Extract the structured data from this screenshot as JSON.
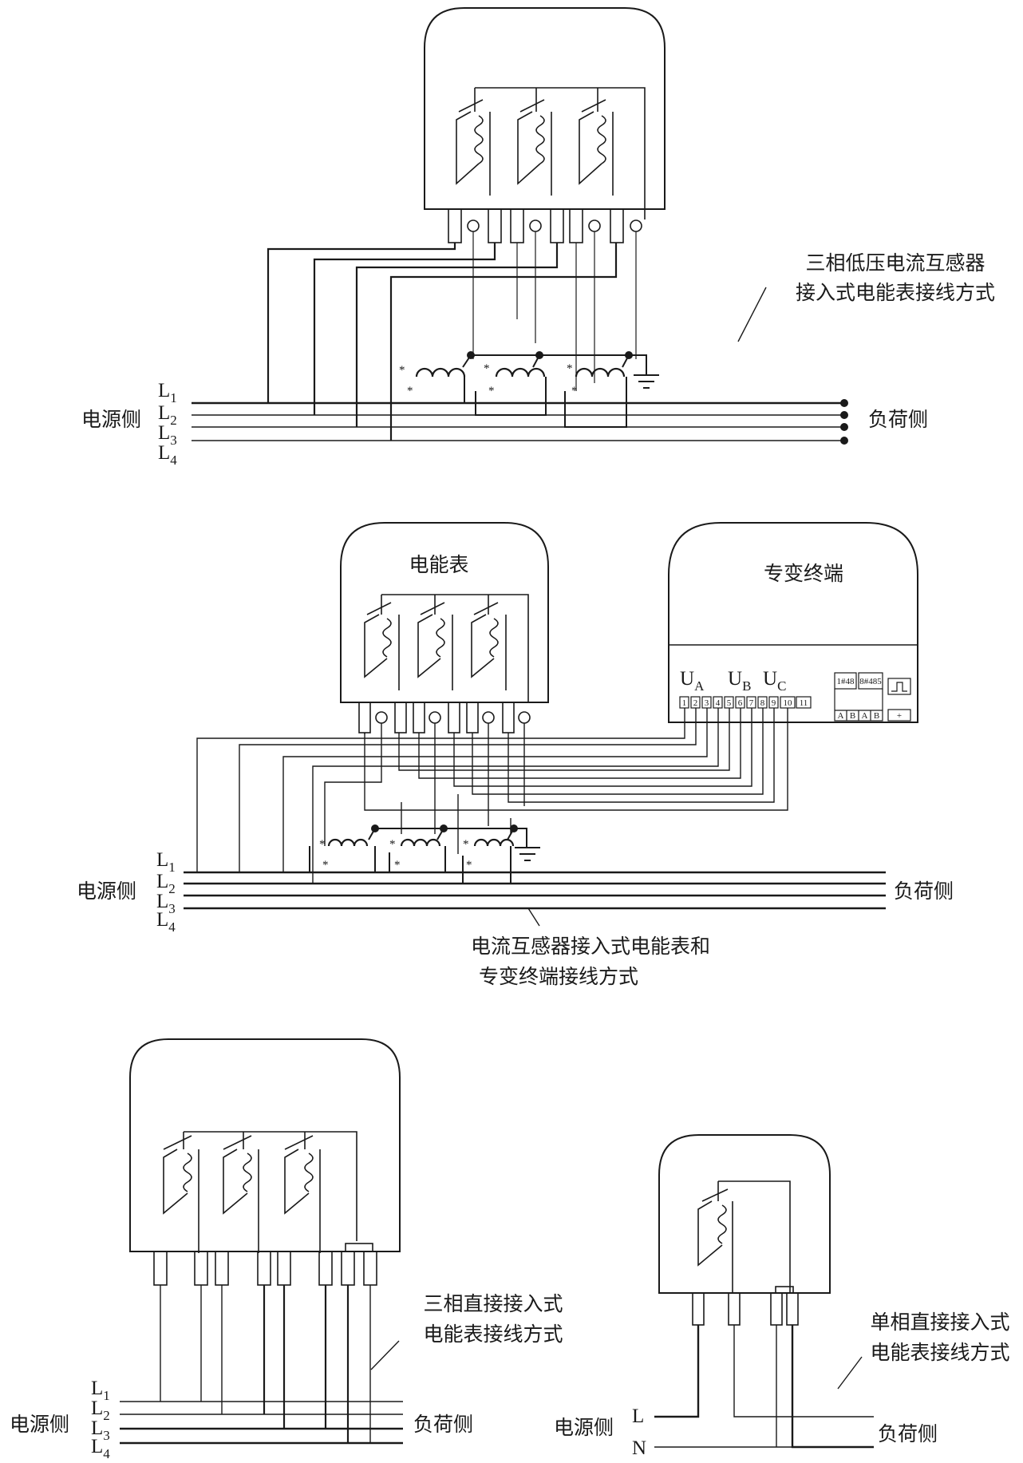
{
  "diagrams": {
    "ct_meter": {
      "caption_lines": [
        "三相低压电流互感器",
        "接入式电能表接线方式"
      ],
      "source_label": "电源侧",
      "load_label": "负荷侧",
      "lines": [
        {
          "letter": "L",
          "sub": "1"
        },
        {
          "letter": "L",
          "sub": "2"
        },
        {
          "letter": "L",
          "sub": "3"
        },
        {
          "letter": "L",
          "sub": "4"
        }
      ]
    },
    "ct_meter_terminal": {
      "meter_label": "电能表",
      "terminal_label": "专变终端",
      "voltage_labels": [
        {
          "letter": "U",
          "sub": "A"
        },
        {
          "letter": "U",
          "sub": "B"
        },
        {
          "letter": "U",
          "sub": "C"
        }
      ],
      "terminal_numbers": [
        "1",
        "2",
        "3",
        "4",
        "5",
        "6",
        "7",
        "8",
        "9",
        "10",
        "11"
      ],
      "port_labels": [
        "1#48",
        "8#485"
      ],
      "port_pins": [
        "A",
        "B",
        "A",
        "B",
        "+"
      ],
      "caption_lines": [
        "电流互感器接入式电能表和",
        "专变终端接线方式"
      ],
      "source_label": "电源侧",
      "load_label": "负荷侧",
      "lines": [
        {
          "letter": "L",
          "sub": "1"
        },
        {
          "letter": "L",
          "sub": "2"
        },
        {
          "letter": "L",
          "sub": "3"
        },
        {
          "letter": "L",
          "sub": "4"
        }
      ]
    },
    "direct_three_phase": {
      "caption_lines": [
        "三相直接接入式",
        "电能表接线方式"
      ],
      "source_label": "电源侧",
      "load_label": "负荷侧",
      "lines": [
        {
          "letter": "L",
          "sub": "1"
        },
        {
          "letter": "L",
          "sub": "2"
        },
        {
          "letter": "L",
          "sub": "3"
        },
        {
          "letter": "L",
          "sub": "4"
        }
      ]
    },
    "direct_single_phase": {
      "caption_lines": [
        "单相直接接入式",
        "电能表接线方式"
      ],
      "source_label": "电源侧",
      "load_label": "负荷侧",
      "lines": [
        {
          "letter": "L"
        },
        {
          "letter": "N"
        }
      ]
    }
  }
}
